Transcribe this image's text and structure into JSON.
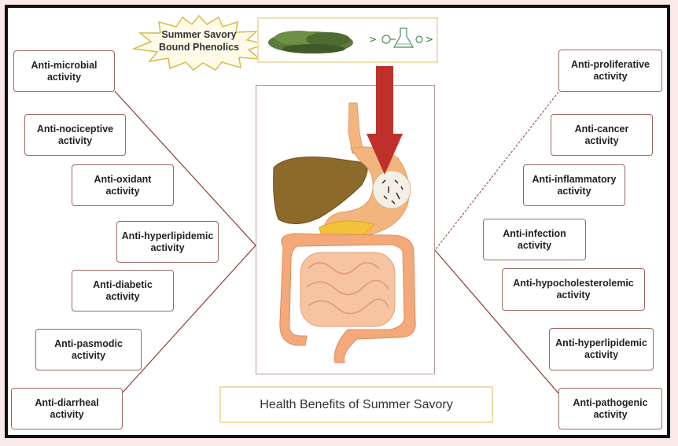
{
  "header": {
    "burst_line1": "Summer Savory",
    "burst_line2": "Bound Phenolics"
  },
  "footer": {
    "title": "Health Benefits of Summer Savory"
  },
  "left_benefits": [
    {
      "line1": "Anti-microbial",
      "line2": "activity"
    },
    {
      "line1": "Anti-nociceptive",
      "line2": "activity"
    },
    {
      "line1": "Anti-oxidant",
      "line2": "activity"
    },
    {
      "line1": "Anti-hyperlipidemic",
      "line2": "activity"
    },
    {
      "line1": "Anti-diabetic",
      "line2": "activity"
    },
    {
      "line1": "Anti-pasmodic",
      "line2": "activity"
    },
    {
      "line1": "Anti-diarrheal",
      "line2": "activity"
    }
  ],
  "right_benefits": [
    {
      "line1": "Anti-proliferative",
      "line2": "activity"
    },
    {
      "line1": "Anti-cancer",
      "line2": "activity"
    },
    {
      "line1": "Anti-inflammatory",
      "line2": "activity"
    },
    {
      "line1": "Anti-infection",
      "line2": "activity"
    },
    {
      "line1": "Anti-hypocholesterolemic",
      "line2": "activity"
    },
    {
      "line1": "Anti-hyperlipidemic",
      "line2": "activity"
    },
    {
      "line1": "Anti-pathogenic",
      "line2": "activity"
    }
  ],
  "colors": {
    "arrow": "#c0302a",
    "liver": "#8b6a2a",
    "stomach": "#f3b57e",
    "intestine": "#f3a97a",
    "pancreas": "#f2c23a",
    "line": "#8a3a30"
  }
}
